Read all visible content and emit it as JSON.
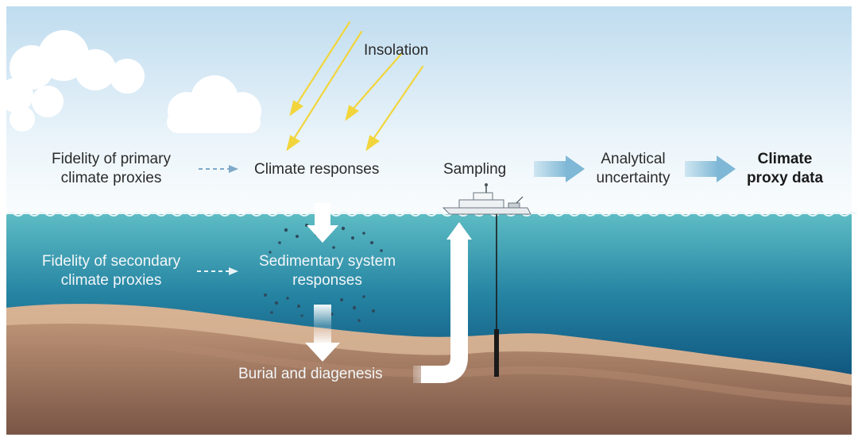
{
  "labels": {
    "insolation": "Insolation",
    "fidelity_primary": [
      "Fidelity of primary",
      "climate proxies"
    ],
    "climate_responses": "Climate responses",
    "sampling": "Sampling",
    "analytical_uncertainty": [
      "Analytical",
      "uncertainty"
    ],
    "climate_proxy_data": [
      "Climate",
      "proxy data"
    ],
    "fidelity_secondary": [
      "Fidelity of secondary",
      "climate proxies"
    ],
    "sedimentary_responses": [
      "Sedimentary system",
      "responses"
    ],
    "burial_diagenesis": "Burial and diagenesis"
  },
  "icons": [
    "cloud-icon",
    "sun-ray-icon",
    "research-ship-icon",
    "sediment-core-icon"
  ],
  "colors": {
    "sky_top": "#bfdcef",
    "sky_bottom": "#f7fbfd",
    "sea_surface": "#4fb3bf",
    "sea_deep": "#0d4f7a",
    "sediment_light": "#d4b091",
    "sediment_dark": "#86604f",
    "ray": "#f2d53c",
    "flow_arrow": "#8ec4de"
  }
}
